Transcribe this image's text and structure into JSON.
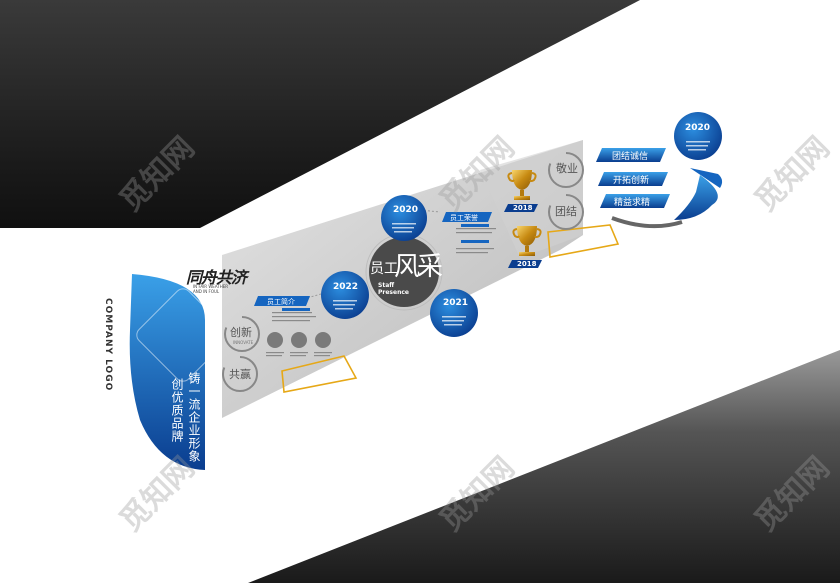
{
  "brand": {
    "company_logo": "COMPANY LOGO",
    "slogan_line1": "铸一流企业形象",
    "slogan_line2": "创优质品牌",
    "logo_text": "同舟共济",
    "logo_sub": "IN FAIR WEATHER\nAND IN FOUL"
  },
  "panel": {
    "staff_intro_label": "员工简介",
    "staff_honor_label": "员工荣誉",
    "title_left": "员工",
    "title_main": "风采",
    "title_en": "Staff\nPresence"
  },
  "values": {
    "innovation": "创新",
    "innovation_en": "INNOVATE",
    "win_win": "共赢",
    "dedication": "敬业",
    "unity": "团结"
  },
  "timeline": {
    "y2022": "2022",
    "y2020": "2020",
    "y2021": "2021",
    "y2018a": "2018",
    "y2018b": "2018",
    "y2020_right": "2020"
  },
  "ribbons": [
    "团结诚信",
    "开拓创新",
    "精益求精"
  ],
  "watermark": "觅知网",
  "colors": {
    "blue_dark": "#0a3d8f",
    "blue": "#1565c0",
    "blue_light": "#3aa0e8",
    "gold": "#e6a817",
    "panel_gray": "#c8c8c8"
  }
}
